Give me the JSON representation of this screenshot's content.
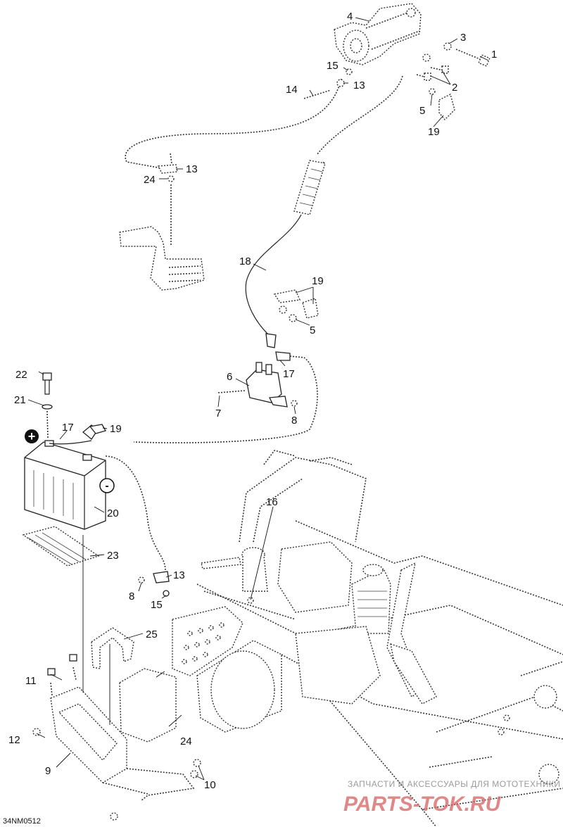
{
  "figure_code": "34NM0512",
  "watermark": {
    "line1": "ЗАПЧАСТИ И АКСЕССУАРЫ ДЛЯ МОТОТЕХНИКИ",
    "line2": "PARTS-TOK.RU"
  },
  "battery_signs": {
    "positive": "+",
    "negative": "-"
  },
  "callouts": {
    "c1": "1",
    "c2": "2",
    "c3": "3",
    "c4": "4",
    "c5a": "5",
    "c5b": "5",
    "c6": "6",
    "c7": "7",
    "c8a": "8",
    "c8b": "8",
    "c9": "9",
    "c10": "10",
    "c11": "11",
    "c12": "12",
    "c13a": "13",
    "c13b": "13",
    "c13c": "13",
    "c14": "14",
    "c15a": "15",
    "c15b": "15",
    "c16": "16",
    "c17a": "17",
    "c17b": "17",
    "c18": "18",
    "c19a": "19",
    "c19b": "19",
    "c19c": "19",
    "c20": "20",
    "c21": "21",
    "c22": "22",
    "c23": "23",
    "c24a": "24",
    "c24b": "24",
    "c25": "25"
  }
}
